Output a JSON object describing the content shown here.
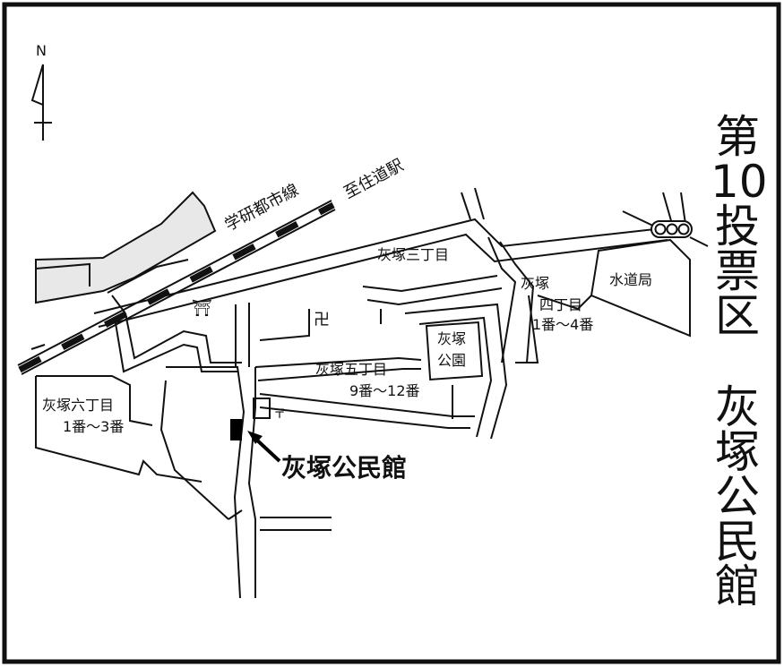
{
  "map": {
    "compass": {
      "label": "N"
    },
    "railway": {
      "name": "学研都市線",
      "direction": "至住道駅"
    },
    "districts": {
      "sanchome": "灰塚三丁目",
      "yonchome_1": "灰塚",
      "yonchome_2": "四丁目",
      "yonchome_3": "1番～4番",
      "gochome_1": "灰塚五丁目",
      "gochome_2": "9番～12番",
      "rokuchome_1": "灰塚六丁目",
      "rokuchome_2": "1番～3番"
    },
    "landmarks": {
      "park_1": "灰塚",
      "park_2": "公園",
      "waterworks": "水道局",
      "shrine_symbol": "⛩",
      "temple_symbol": "卍",
      "post_office_symbol": "〒",
      "target": "灰塚公民館"
    }
  },
  "title": {
    "line1": [
      "第",
      "10",
      "投",
      "票",
      "区"
    ],
    "line2": [
      "灰",
      "塚",
      "公",
      "民",
      "館"
    ]
  },
  "colors": {
    "ink": "#111111",
    "river": "#e8e8e8",
    "target": "#000000"
  }
}
